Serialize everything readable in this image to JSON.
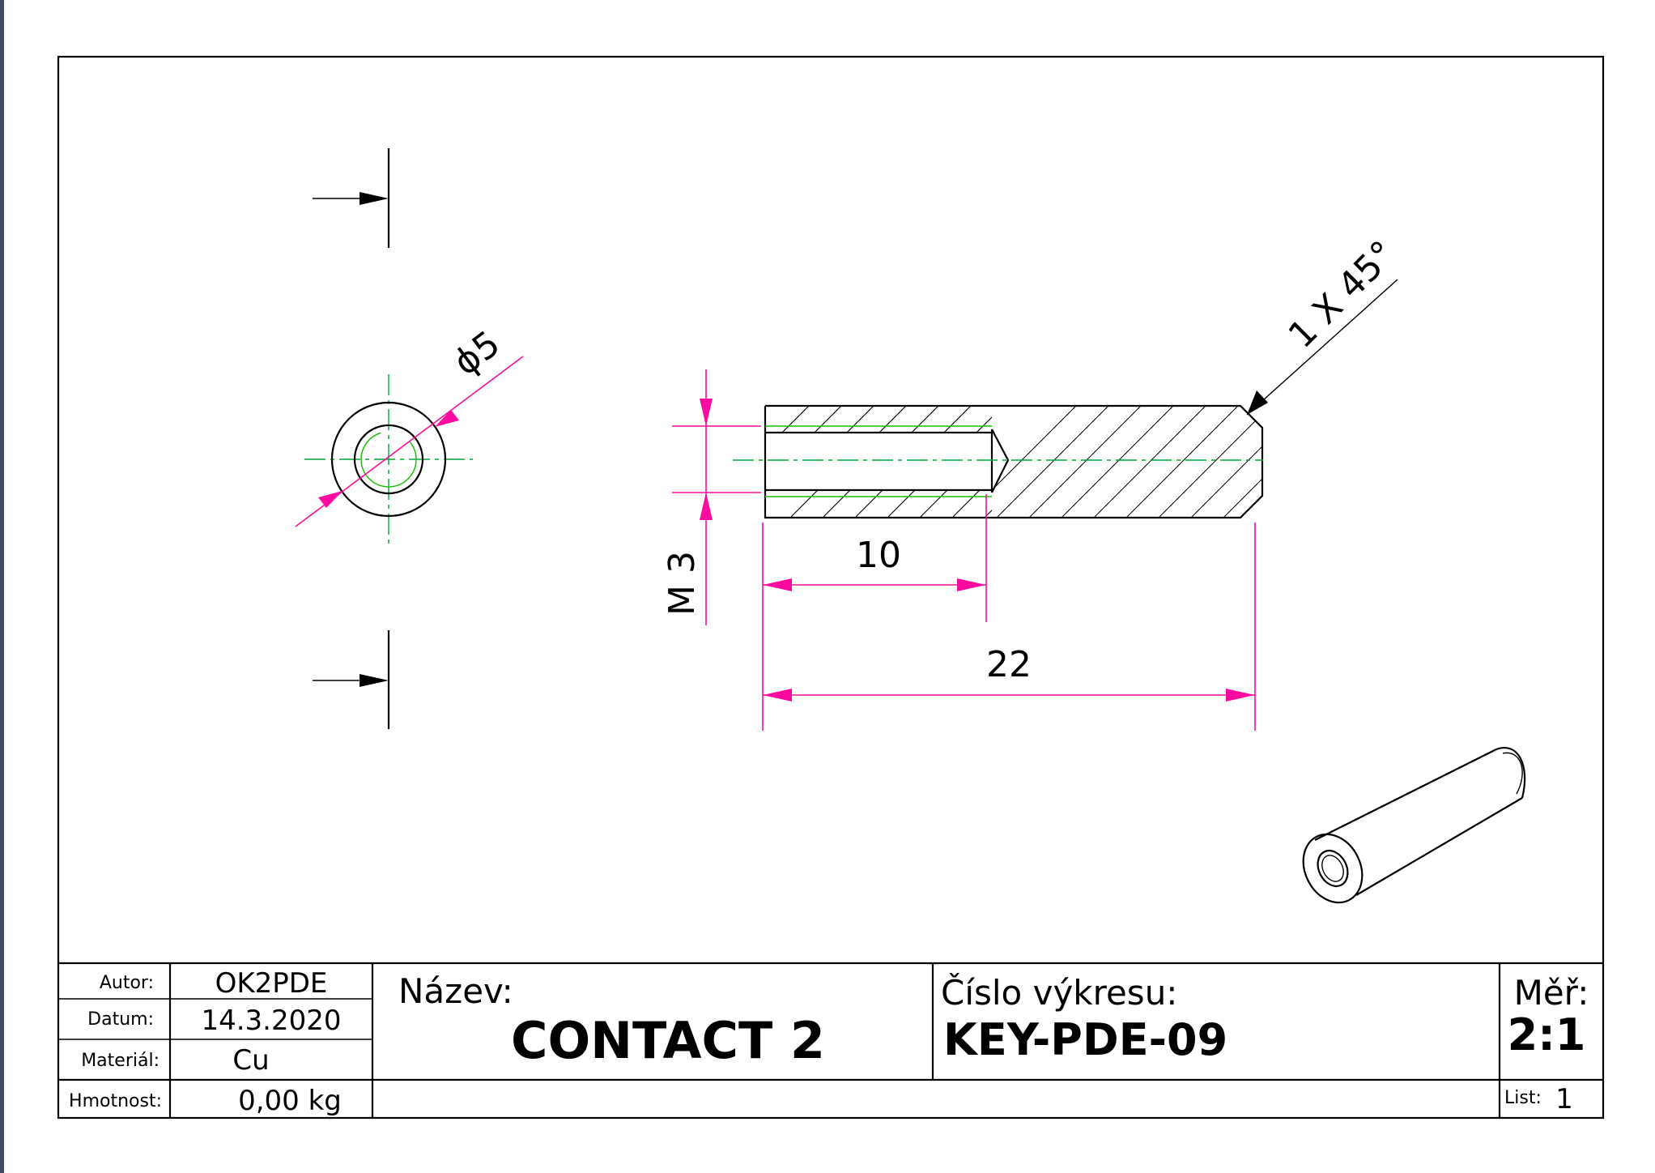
{
  "drawing": {
    "dimensions": {
      "diameter": "ϕ5",
      "chamfer": "1 X 45°",
      "thread": "M 3",
      "thread_length": "10",
      "total_length": "22"
    }
  },
  "title_block": {
    "author_label": "Autor:",
    "author_value": "OK2PDE",
    "date_label": "Datum:",
    "date_value": "14.3.2020",
    "material_label": "Materiál:",
    "material_value": "Cu",
    "weight_label": "Hmotnost:",
    "weight_value": "0,00 kg",
    "name_label": "Název:",
    "name_value": "CONTACT 2",
    "drawing_no_label": "Číslo výkresu:",
    "drawing_no_value": "KEY-PDE-09",
    "scale_label": "Měř:",
    "scale_value": "2:1",
    "sheet_label": "List:",
    "sheet_value": "1"
  },
  "colors": {
    "dimension": "#ff0aa0",
    "centerline": "#00a63a",
    "thread": "#16c000",
    "edge": "#3f4a63"
  }
}
